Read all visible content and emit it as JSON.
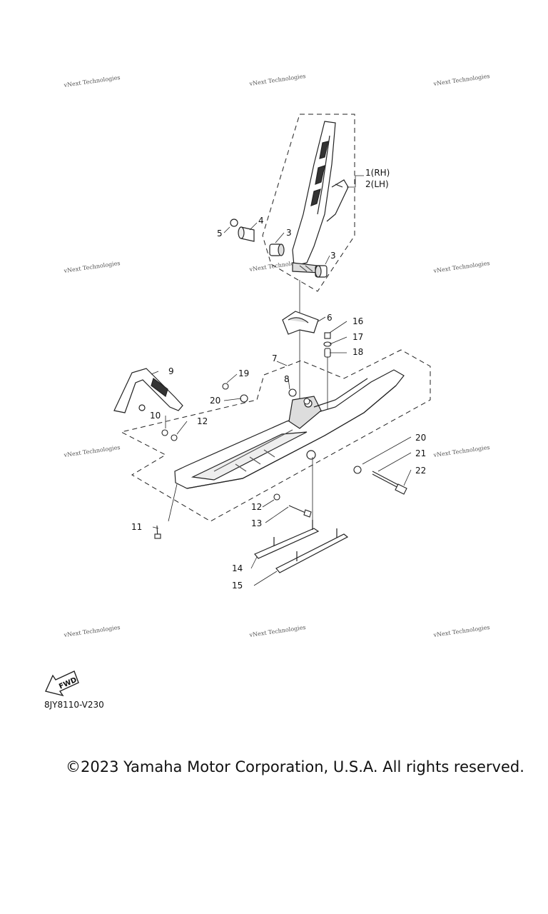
{
  "watermark_text": "vNext Technologies",
  "callouts": {
    "c1": "1(RH)",
    "c2": "2(LH)",
    "c3a": "3",
    "c3b": "3",
    "c4": "4",
    "c5": "5",
    "c6": "6",
    "c7": "7",
    "c8": "8",
    "c9": "9",
    "c10": "10",
    "c11": "11",
    "c12a": "12",
    "c12b": "12",
    "c13": "13",
    "c14": "14",
    "c15": "15",
    "c16": "16",
    "c17": "17",
    "c18": "18",
    "c19": "19",
    "c20a": "20",
    "c20b": "20",
    "c21": "21",
    "c22": "22"
  },
  "fwd_label": "FWD",
  "part_code": "8JY8110-V230",
  "copyright": "©2023 Yamaha Motor Corporation, U.S.A. All rights reserved."
}
